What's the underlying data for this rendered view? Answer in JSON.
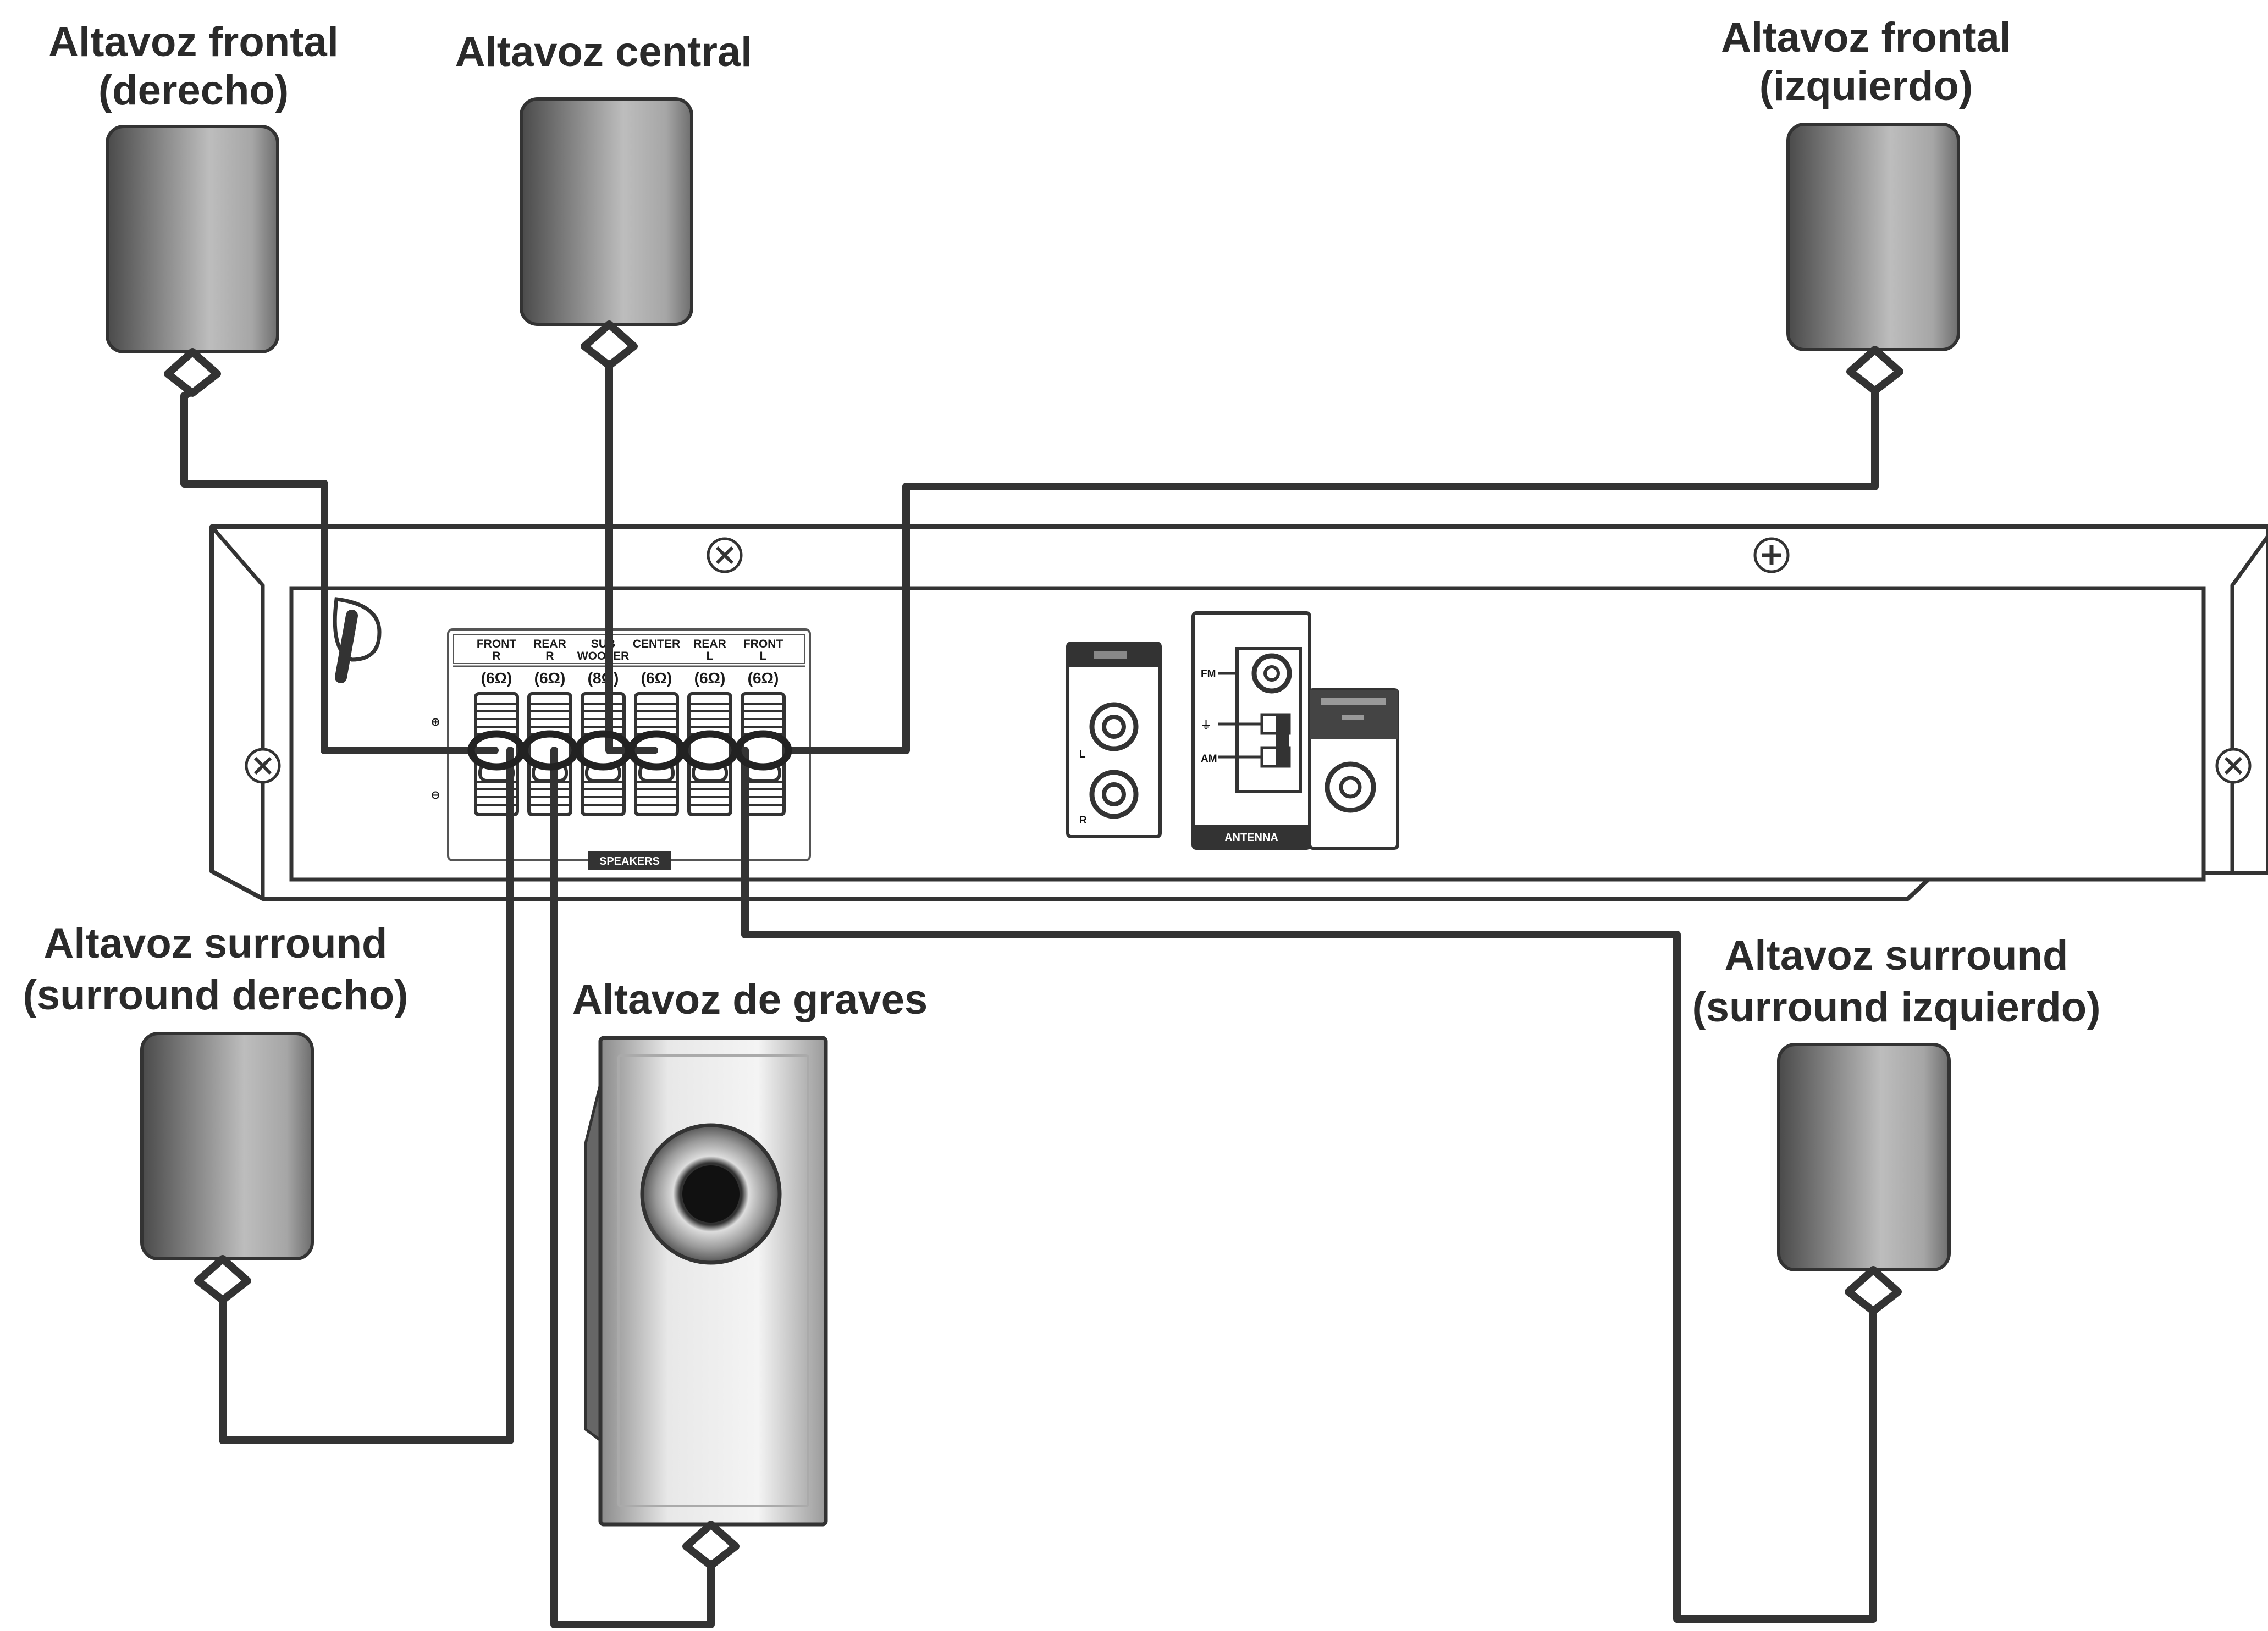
{
  "speakers": {
    "front_right": {
      "line1": "Altavoz frontal",
      "line2": "(derecho)"
    },
    "center": {
      "line1": "Altavoz central"
    },
    "front_left": {
      "line1": "Altavoz frontal",
      "line2": "(izquierdo)"
    },
    "surround_right": {
      "line1": "Altavoz surround",
      "line2": "(surround derecho)"
    },
    "subwoofer": {
      "line1": "Altavoz de graves"
    },
    "surround_left": {
      "line1": "Altavoz surround",
      "line2": "(surround izquierdo)"
    }
  },
  "terminals": [
    {
      "line1": "FRONT",
      "line2": "R",
      "ohm": "(6Ω)"
    },
    {
      "line1": "REAR",
      "line2": "R",
      "ohm": "(6Ω)"
    },
    {
      "line1": "SUB",
      "line2": "WOOFER",
      "ohm": "(8Ω)"
    },
    {
      "line1": "CENTER",
      "line2": "",
      "ohm": "(6Ω)"
    },
    {
      "line1": "REAR",
      "line2": "L",
      "ohm": "(6Ω)"
    },
    {
      "line1": "FRONT",
      "line2": "L",
      "ohm": "(6Ω)"
    }
  ],
  "panel": {
    "speakers_label": "SPEAKERS",
    "antenna_label": "ANTENNA",
    "audio_in_l": "L",
    "audio_in_r": "R",
    "fm_label": "FM",
    "am_label": "AM"
  },
  "colors": {
    "wire": "#333333",
    "speaker_dark": "#555555",
    "speaker_light": "#c8c8c8",
    "ink": "#1a1a1a"
  }
}
